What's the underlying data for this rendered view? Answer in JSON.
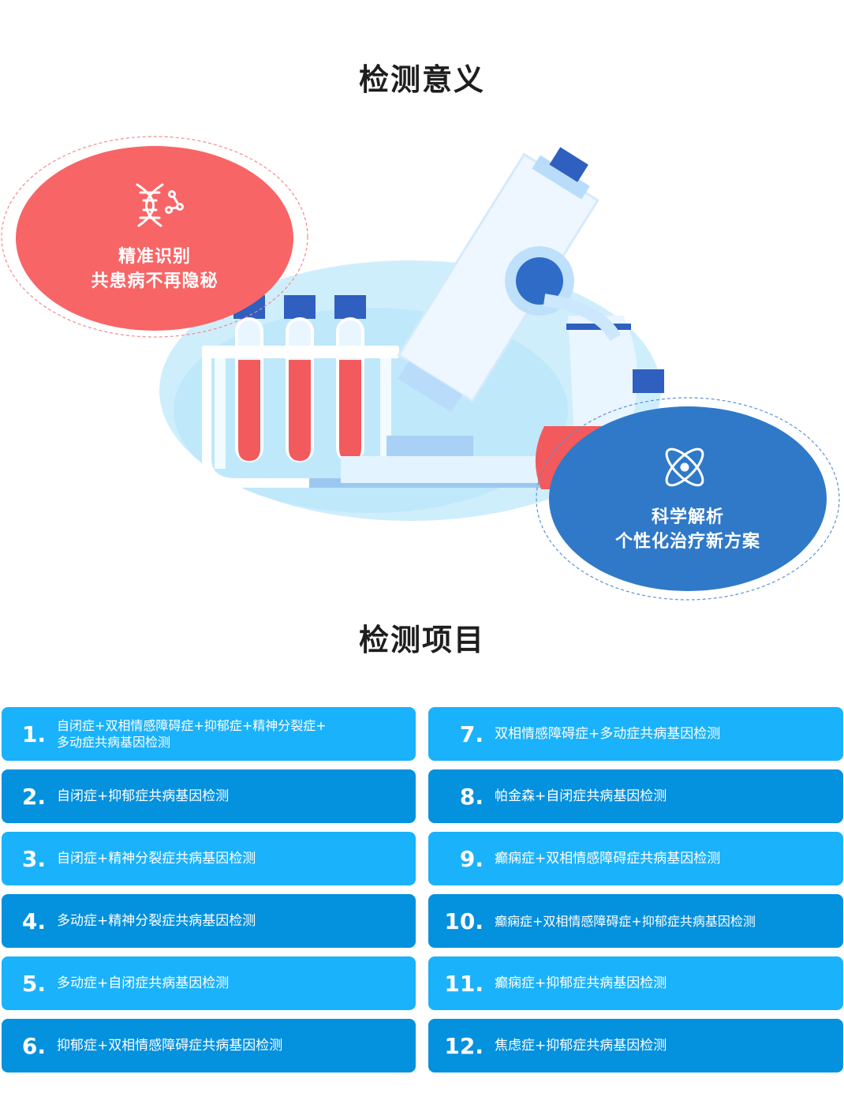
{
  "section1": {
    "title": "检测意义"
  },
  "bubbles": {
    "left": {
      "line1": "精准识别",
      "line2": "共患病不再隐秘",
      "icon": "dna-icon"
    },
    "right": {
      "line1": "科学解析",
      "line2": "个性化治疗新方案",
      "icon": "atom-icon"
    }
  },
  "section2": {
    "title": "检测项目"
  },
  "colors": {
    "red": "#f86567",
    "blue": "#2f79c8",
    "light": "#1ab2fb",
    "dark": "#0491de"
  },
  "items": [
    {
      "num": "1.",
      "text": "自闭症+双相情感障碍症+抑郁症+精神分裂症+\n多动症共病基因检测"
    },
    {
      "num": "2.",
      "text": "自闭症+抑郁症共病基因检测"
    },
    {
      "num": "3.",
      "text": "自闭症+精神分裂症共病基因检测"
    },
    {
      "num": "4.",
      "text": "多动症+精神分裂症共病基因检测"
    },
    {
      "num": "5.",
      "text": "多动症+自闭症共病基因检测"
    },
    {
      "num": "6.",
      "text": "抑郁症+双相情感障碍症共病基因检测"
    },
    {
      "num": "7.",
      "text": "双相情感障碍症+多动症共病基因检测"
    },
    {
      "num": "8.",
      "text": "帕金森+自闭症共病基因检测"
    },
    {
      "num": "9.",
      "text": "癫痫症+双相情感障碍症共病基因检测"
    },
    {
      "num": "10.",
      "text": "癫痫症+双相情感障碍症+抑郁症共病基因检测"
    },
    {
      "num": "11.",
      "text": "癫痫症+抑郁症共病基因检测"
    },
    {
      "num": "12.",
      "text": "焦虑症+抑郁症共病基因检测"
    }
  ]
}
